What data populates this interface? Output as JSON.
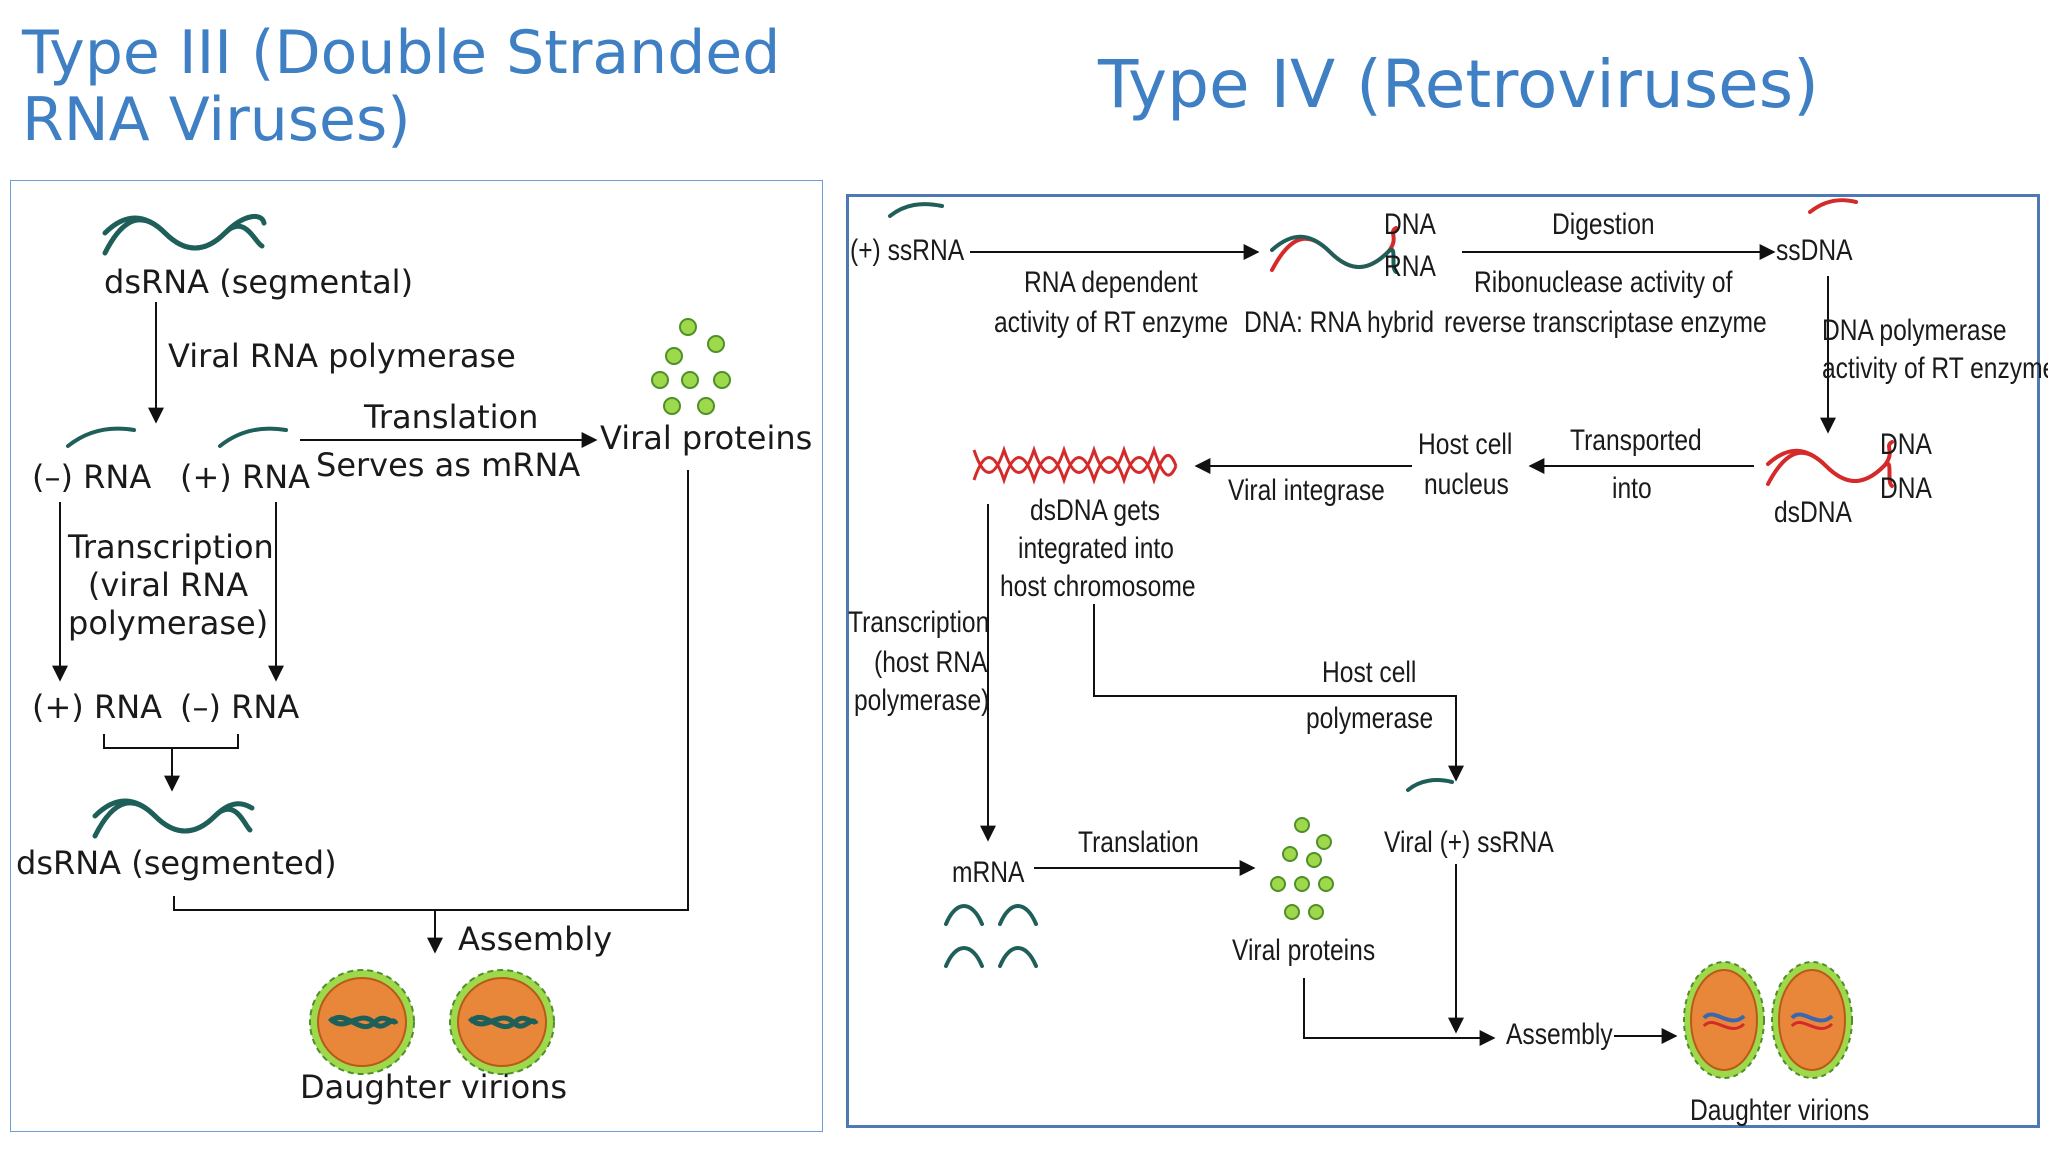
{
  "titles": {
    "type3_line1": "Type III (Double Stranded",
    "type3_line2": "RNA Viruses)",
    "type4": "Type IV (Retroviruses)"
  },
  "type3": {
    "dsrna_segmental": "dsRNA (segmental)",
    "viral_rna_polymerase": "Viral RNA polymerase",
    "minus_rna": "(–) RNA",
    "plus_rna": "(+) RNA",
    "translation": "Translation",
    "serves_as_mrna": "Serves as mRNA",
    "viral_proteins": "Viral proteins",
    "transcription_l1": "Transcription",
    "transcription_l2": "(viral RNA",
    "transcription_l3": "polymerase)",
    "plus_rna_2": "(+) RNA",
    "minus_rna_2": "(–) RNA",
    "dsrna_segmented": "dsRNA (segmented)",
    "assembly": "Assembly",
    "daughter_virions": "Daughter virions"
  },
  "type4": {
    "plus_ssrna": "(+) ssRNA",
    "rna_dependent_l1": "RNA dependent",
    "rna_dependent_l2": "activity of RT enzyme",
    "dna_label": "DNA",
    "rna_label": "RNA",
    "dna_rna_hybrid": "DNA: RNA hybrid",
    "digestion": "Digestion",
    "ribonuclease_l1": "Ribonuclease activity of",
    "ribonuclease_l2": "reverse transcriptase enzyme",
    "ssdna": "ssDNA",
    "dna_polymerase_l1": "DNA polymerase",
    "dna_polymerase_l2": "activity of RT enzyme",
    "dna_label_2a": "DNA",
    "dna_label_2b": "DNA",
    "dsdna": "dsDNA",
    "transported_l1": "Transported",
    "transported_l2": "into",
    "host_nucleus_l1": "Host cell",
    "host_nucleus_l2": "nucleus",
    "viral_integrase": "Viral integrase",
    "integrated_l1": "dsDNA gets",
    "integrated_l2": "integrated into",
    "integrated_l3": "host chromosome",
    "transcription_l1": "Transcription",
    "transcription_l2": "(host RNA",
    "transcription_l3": "polymerase)",
    "host_polymerase_l1": "Host cell",
    "host_polymerase_l2": "polymerase",
    "viral_plus_ssrna": "Viral (+) ssRNA",
    "mrna": "mRNA",
    "translation": "Translation",
    "viral_proteins": "Viral proteins",
    "assembly": "Assembly",
    "daughter_virions": "Daughter virions"
  },
  "colors": {
    "title": "#3f7fc4",
    "dsrna_teal": "#1f5f5a",
    "rna_red": "#d42a2a",
    "protein_green": "#9ed84b",
    "virion_orange": "#e8873a"
  }
}
